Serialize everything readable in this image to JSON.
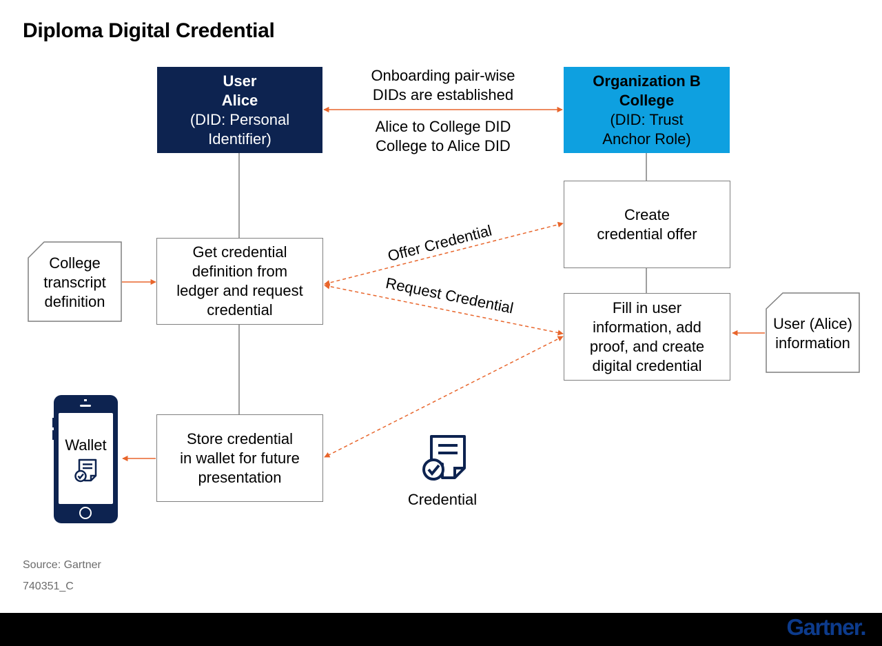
{
  "title": "Diploma Digital Credential",
  "colors": {
    "navy": "#0d2350",
    "blue": "#0ea0e0",
    "orange": "#e8652b",
    "gray": "#7f7f7f"
  },
  "nodes": {
    "user": {
      "header1": "User",
      "header2": "Alice",
      "sub1": "(DID: Personal",
      "sub2": "Identifier)"
    },
    "org": {
      "header1": "Organization B",
      "header2": "College",
      "sub1": "(DID: Trust",
      "sub2": "Anchor Role)"
    },
    "get_credential": {
      "line1": "Get credential",
      "line2": "definition from",
      "line3": "ledger and request",
      "line4": "credential"
    },
    "create_offer": {
      "line1": "Create",
      "line2": "credential offer"
    },
    "fill_in": {
      "line1": "Fill in user",
      "line2": "information, add",
      "line3": "proof, and create",
      "line4": "digital credential"
    },
    "store": {
      "line1": "Store credential",
      "line2": "in wallet for future",
      "line3": "presentation"
    },
    "transcript_doc": {
      "line1": "College",
      "line2": "transcript",
      "line3": "definition"
    },
    "user_info_doc": {
      "line1": "User (Alice)",
      "line2": "information"
    }
  },
  "edge_labels": {
    "onboarding_top1": "Onboarding pair-wise",
    "onboarding_top2": "DIDs are established",
    "onboarding_bottom1": "Alice to College DID",
    "onboarding_bottom2": "College to Alice DID",
    "offer": "Offer Credential",
    "request": "Request Credential"
  },
  "wallet": {
    "label": "Wallet",
    "icon": "credential-icon"
  },
  "credential_legend": {
    "label": "Credential",
    "icon": "credential-icon"
  },
  "footer": {
    "source": "Source: Gartner",
    "code": "740351_C"
  },
  "brand": "Gartner."
}
